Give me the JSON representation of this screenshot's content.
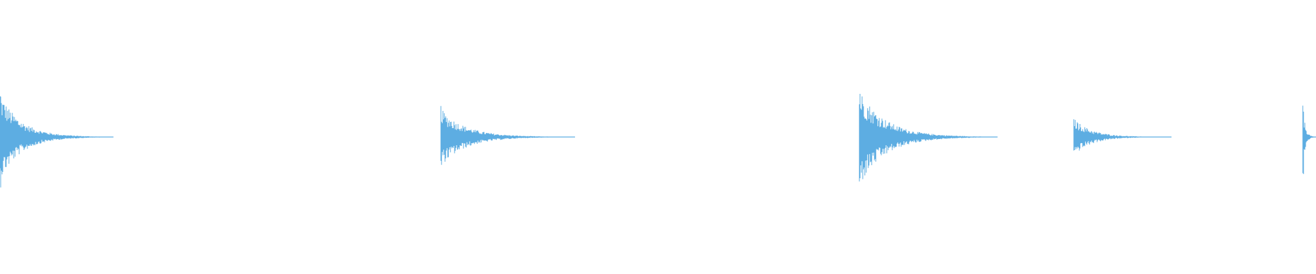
{
  "waveform": {
    "color": "#5dade2",
    "background": "#ffffff",
    "baseline": 0,
    "transients": [
      {
        "onset": 0.0,
        "amplitude_pos": 0.82,
        "amplitude_neg": 0.82,
        "decay": 0.086
      },
      {
        "onset": 0.335,
        "amplitude_pos": 0.53,
        "amplitude_neg": 0.55,
        "decay": 0.102
      },
      {
        "onset": 0.653,
        "amplitude_pos": 0.9,
        "amplitude_neg": 0.93,
        "decay": 0.105
      },
      {
        "onset": 0.816,
        "amplitude_pos": 0.35,
        "amplitude_neg": 0.35,
        "decay": 0.074
      },
      {
        "onset": 0.99,
        "amplitude_pos": 0.63,
        "amplitude_neg": 0.65,
        "decay": 0.01
      }
    ]
  }
}
